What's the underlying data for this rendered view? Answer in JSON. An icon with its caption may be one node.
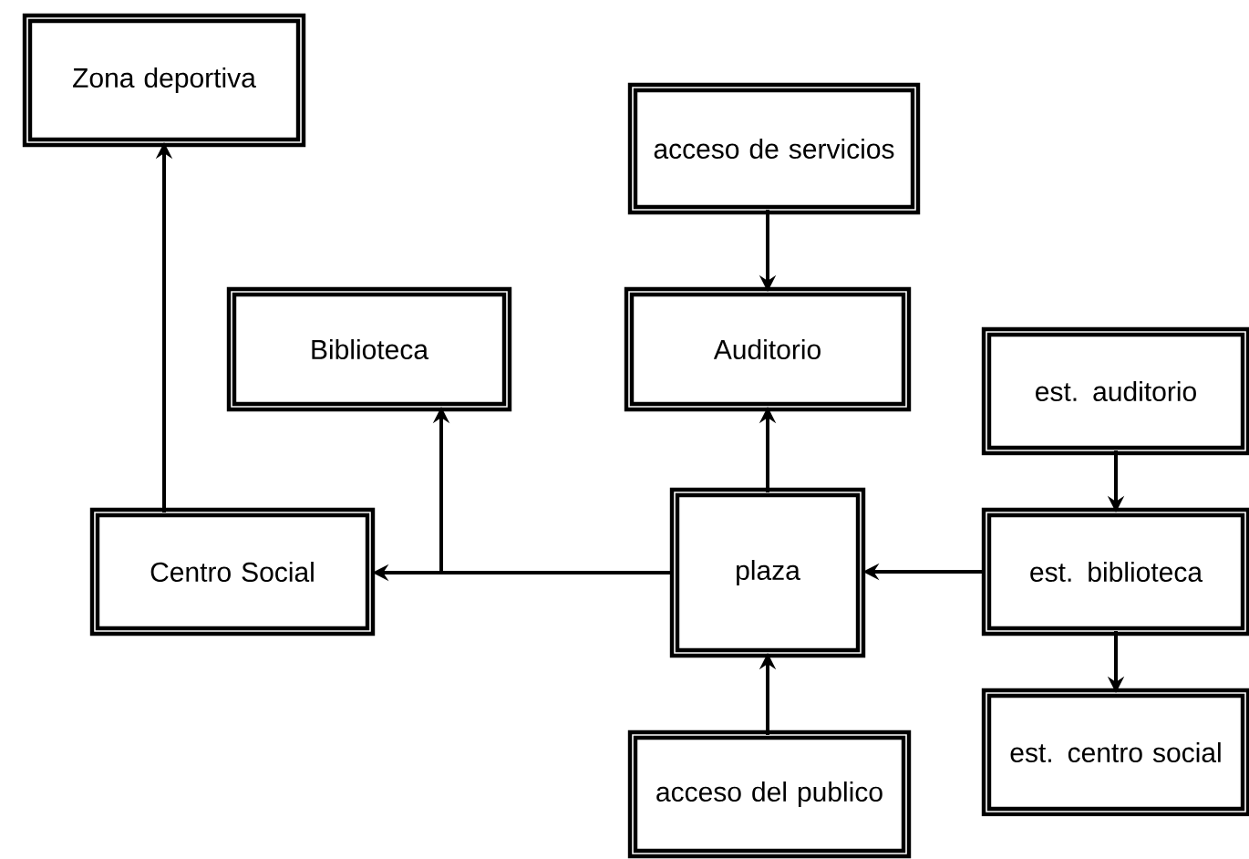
{
  "diagram": {
    "nodes": [
      {
        "text": [
          "Zona deportiva"
        ]
      },
      {
        "text": [
          "acceso de servicios"
        ]
      },
      {
        "text": [
          "Biblioteca"
        ]
      },
      {
        "text": [
          "Auditorio"
        ]
      },
      {
        "text": [
          "est. auditorio"
        ]
      },
      {
        "text": [
          "Centro Social"
        ]
      },
      {
        "text": [
          "plaza"
        ]
      },
      {
        "text": [
          "est. biblioteca"
        ]
      },
      {
        "text": [
          "acceso del publico"
        ]
      },
      {
        "text": [
          "est. centro social"
        ]
      }
    ],
    "edges": [
      {
        "from": 5,
        "to": 0,
        "arrow": "to"
      },
      {
        "from": 1,
        "to": 3,
        "arrow": "to"
      },
      {
        "from": 6,
        "to": 3,
        "arrow": "to"
      },
      {
        "from": 6,
        "to": 2,
        "arrow": "to"
      },
      {
        "from": 6,
        "to": 5,
        "arrow": "to"
      },
      {
        "from": 7,
        "to": 6,
        "arrow": "to"
      },
      {
        "from": 8,
        "to": 6,
        "arrow": "to"
      },
      {
        "from": 4,
        "to": 7,
        "arrow": "to"
      },
      {
        "from": 7,
        "to": 9,
        "arrow": "to"
      }
    ]
  }
}
